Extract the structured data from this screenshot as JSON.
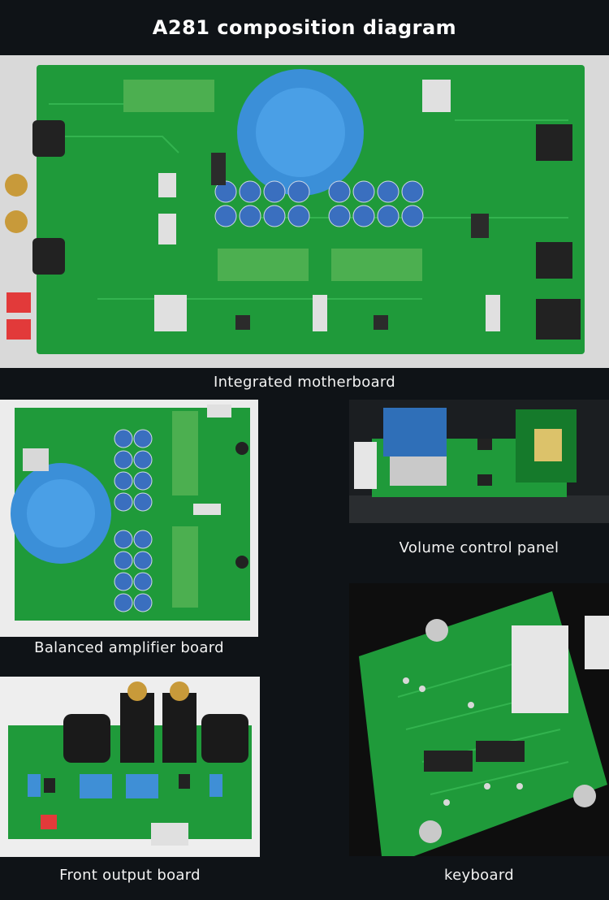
{
  "page": {
    "title": "A281 composition diagram"
  },
  "sections": {
    "motherboard": {
      "caption": "Integrated motherboard"
    },
    "amplifier": {
      "caption": "Balanced amplifier board"
    },
    "volume": {
      "caption": "Volume control panel"
    },
    "front_output": {
      "caption": "Front output board"
    },
    "keyboard": {
      "caption": "keyboard"
    }
  },
  "colors": {
    "background": "#0f1317",
    "pcb_green": "#1f9a3a",
    "transformer_blue": "#3b8fd8",
    "capacitor_blue": "#3a6fbf",
    "relay_green": "#4caf50"
  }
}
